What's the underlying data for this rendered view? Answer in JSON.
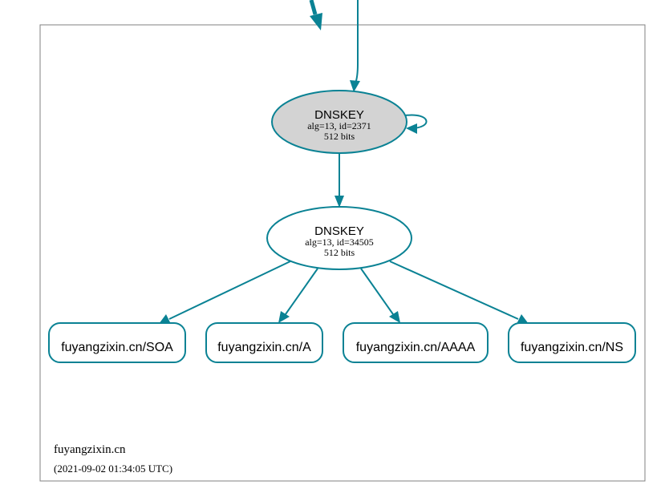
{
  "zone": {
    "name": "fuyangzixin.cn",
    "timestamp": "(2021-09-02 01:34:05 UTC)"
  },
  "nodes": {
    "ksk": {
      "type": "DNSKEY",
      "detail": "alg=13, id=2371",
      "size": "512 bits",
      "fill": "#d3d3d3"
    },
    "zsk": {
      "type": "DNSKEY",
      "detail": "alg=13, id=34505",
      "size": "512 bits",
      "fill": "#ffffff"
    },
    "rrsets": [
      {
        "label": "fuyangzixin.cn/SOA"
      },
      {
        "label": "fuyangzixin.cn/A"
      },
      {
        "label": "fuyangzixin.cn/AAAA"
      },
      {
        "label": "fuyangzixin.cn/NS"
      }
    ]
  },
  "colors": {
    "edge": "#0a8294",
    "border": "#808080",
    "text": "#000000"
  }
}
